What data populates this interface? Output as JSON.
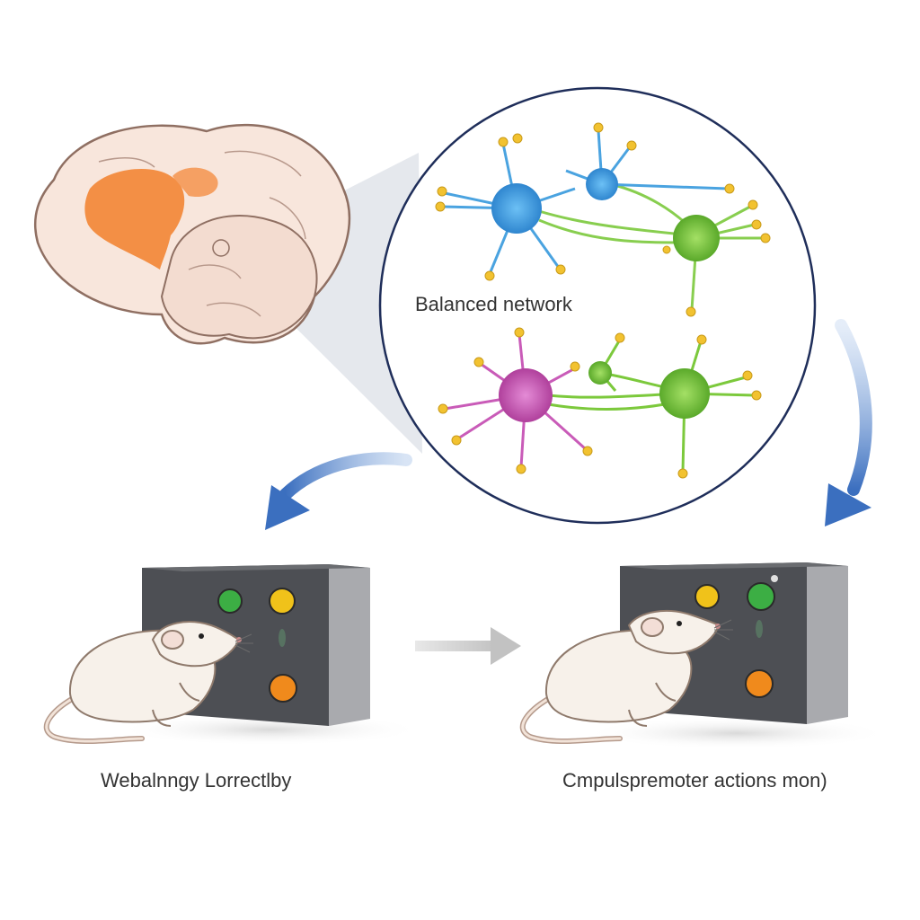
{
  "labels": {
    "network": "Balanced network",
    "left_caption": "Webalnngy Lorrectlby",
    "right_caption": "Cmpulspremoter actions mon)"
  },
  "colors": {
    "brain_tissue": "#f8e6dc",
    "brain_outline": "#8f6f62",
    "brain_highlight": "#f28a3c",
    "zoom_cone": "#cfd6de",
    "circle_outline": "#1f2e5a",
    "neuron_blue": "#4aa3e0",
    "neuron_green": "#7cc93c",
    "neuron_magenta": "#c95bb8",
    "synapse_tip": "#f2c230",
    "flow_arrow": "#4a7fc8",
    "transition_arrow": "#c8c8c8",
    "box_face": "#4d4f54",
    "box_side": "#a9aaae",
    "light_green": "#3cae44",
    "light_yellow": "#f0c21a",
    "light_orange": "#f08a1c",
    "rat_body": "#f7f1ea"
  },
  "icons": [
    "brain-illustration",
    "neuron-icon",
    "rat-icon",
    "operant-box-icon",
    "curved-arrow-icon",
    "straight-arrow-icon"
  ]
}
